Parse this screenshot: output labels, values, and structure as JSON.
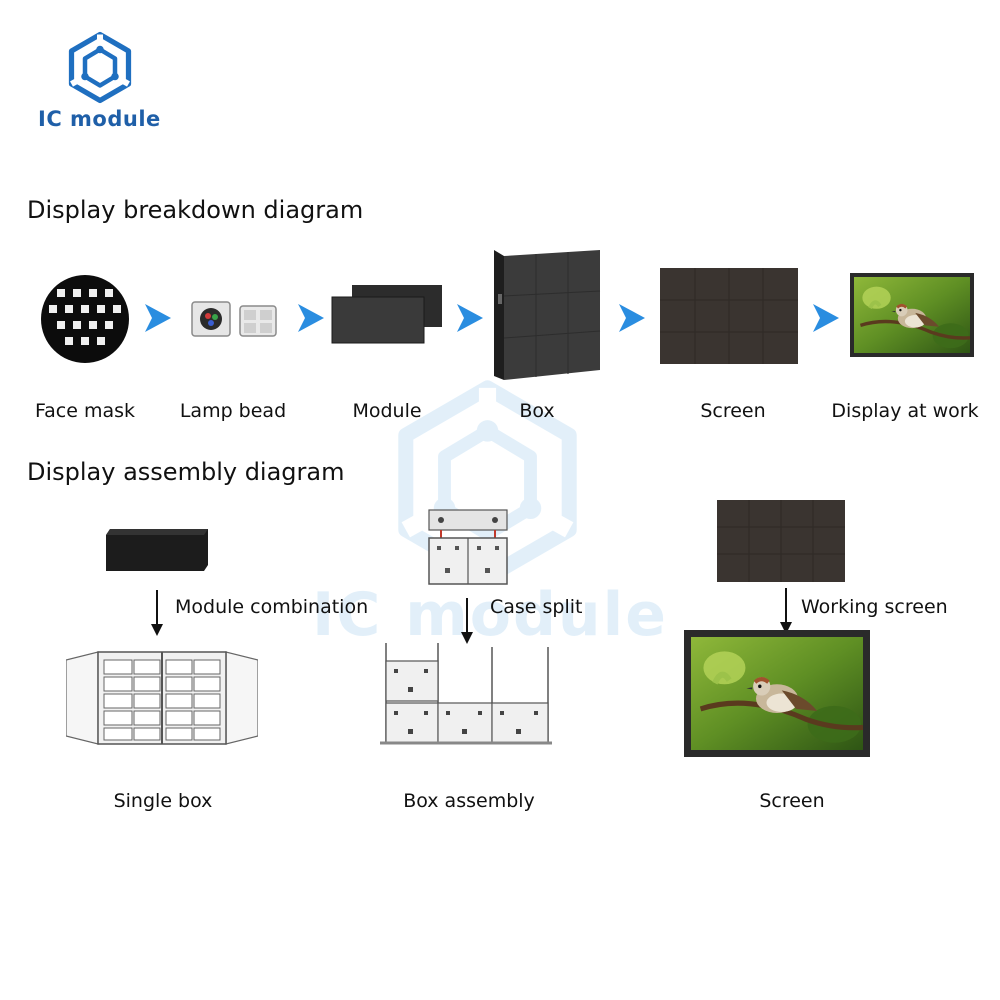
{
  "brand": {
    "name": "IC module",
    "accent": "#1f5fa8",
    "logo_icon": "hexagon-circuit-icon"
  },
  "watermark": {
    "text": "IC module"
  },
  "breakdown": {
    "title": "Display breakdown diagram",
    "arrow_icon": "chevron-right-icon",
    "arrow_color": "#2a8de0",
    "steps": [
      {
        "label": "Face mask"
      },
      {
        "label": "Lamp bead"
      },
      {
        "label": "Module"
      },
      {
        "label": "Box"
      },
      {
        "label": "Screen"
      },
      {
        "label": "Display at work"
      }
    ]
  },
  "assembly": {
    "title": "Display assembly diagram",
    "arrow_icon": "arrow-down-icon",
    "columns": [
      {
        "arrow_label": "Module combination",
        "result_label": "Single box"
      },
      {
        "arrow_label": "Case split",
        "result_label": "Box assembly"
      },
      {
        "arrow_label": "Working screen",
        "result_label": "Screen"
      }
    ]
  }
}
